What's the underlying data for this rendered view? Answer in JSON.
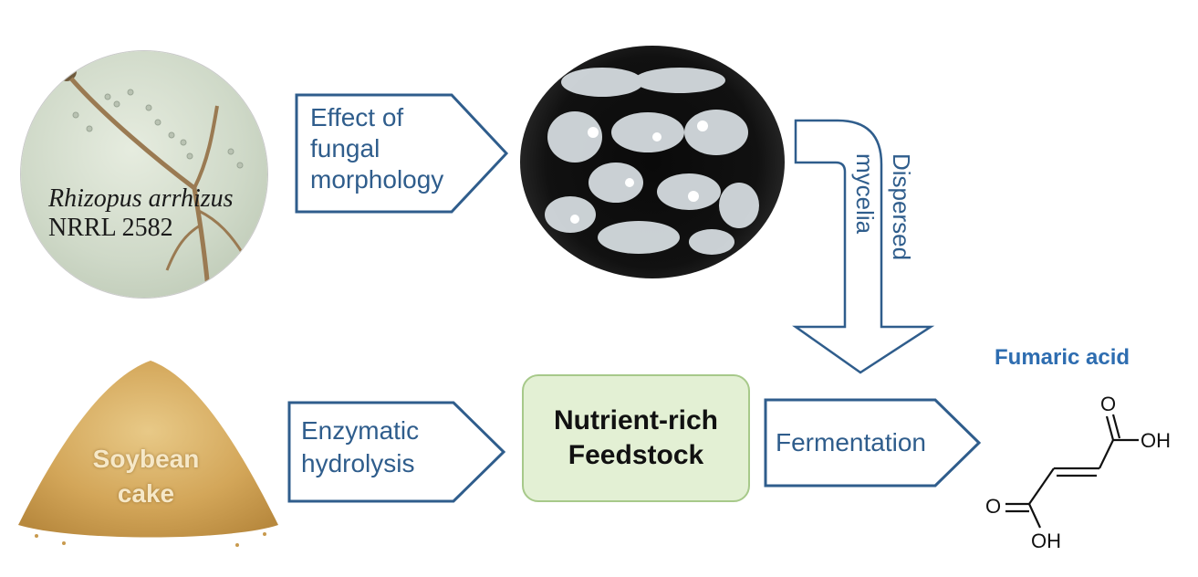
{
  "organism": {
    "name": "Rhizopus arrhizus",
    "strain": "NRRL 2582"
  },
  "arrows": {
    "morphology": {
      "line1": "Effect of",
      "line2": "fungal",
      "line3": "morphology"
    },
    "dispersed": "Dispersed mycelia",
    "hydrolysis": {
      "line1": "Enzymatic",
      "line2": "hydrolysis"
    },
    "fermentation": "Fermentation"
  },
  "substrate": {
    "line1": "Soybean",
    "line2": "cake"
  },
  "feedstock": {
    "line1": "Nutrient-rich",
    "line2": "Feedstock"
  },
  "product": {
    "title": "Fumaric acid",
    "atoms": {
      "o_top": "O",
      "oh_top": "OH",
      "o_bottom": "O",
      "oh_bottom": "OH"
    }
  },
  "colors": {
    "arrow_stroke": "#2f5d8c",
    "title_blue": "#2e6db0",
    "box_fill": "#e3f0d4",
    "box_border": "#a7c98a"
  }
}
